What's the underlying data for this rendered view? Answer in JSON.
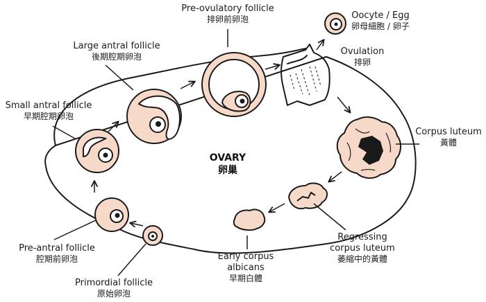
{
  "colors": {
    "cell_fill": "#f6d9c9",
    "outline": "#1a1a1a",
    "background": "#ffffff"
  },
  "ovary": {
    "title_en": "OVARY",
    "title_cn": "卵巢"
  },
  "labels": {
    "oocyte": {
      "en": "Oocyte / Egg",
      "cn": "卵母細胞 / 卵子"
    },
    "pre_ovulatory": {
      "en": "Pre-ovulatory follicle",
      "cn": "排卵前卵泡"
    },
    "large_antral": {
      "en": "Large antral follicle",
      "cn": "後期腔期卵泡"
    },
    "small_antral": {
      "en": "Small antral follicle",
      "cn": "早期腔期卵泡"
    },
    "ovulation": {
      "en": "Ovulation",
      "cn": "排卵"
    },
    "corpus_luteum": {
      "en": "Corpus luteum",
      "cn": "黃體"
    },
    "pre_antral": {
      "en": "Pre-antral follicle",
      "cn": "腔期前卵泡"
    },
    "primordial": {
      "en": "Primordial follicle",
      "cn": "原始卵泡"
    },
    "early_albicans": {
      "en1": "Early corpus",
      "en2": "albicans",
      "cn": "早期白體"
    },
    "regressing": {
      "en1": "Regressing",
      "en2": "corpus luteum",
      "cn": "萎縮中的黃體"
    }
  }
}
